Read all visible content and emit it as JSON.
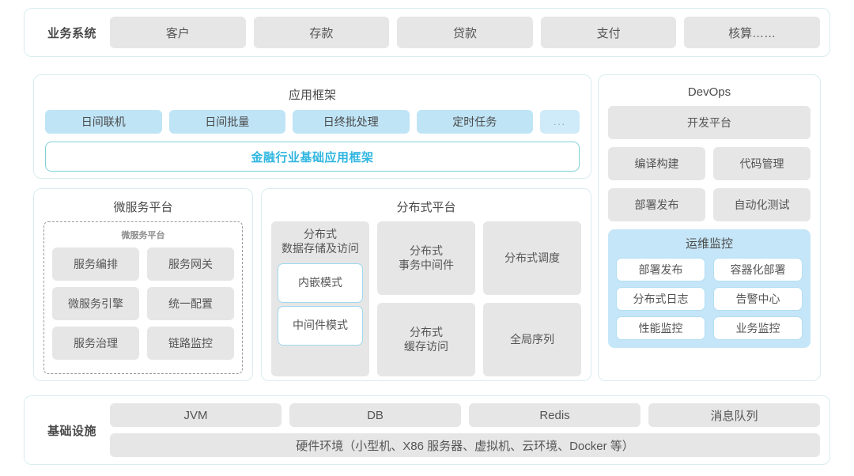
{
  "business": {
    "label": "业务系统",
    "items": [
      "客户",
      "存款",
      "贷款",
      "支付",
      "核算……"
    ]
  },
  "app_framework": {
    "title": "应用框架",
    "tags": [
      "日间联机",
      "日间批量",
      "日终批处理",
      "定时任务"
    ],
    "more": "...",
    "framework_bar": "金融行业基础应用框架"
  },
  "microservice": {
    "title": "微服务平台",
    "inner_title": "微服务平台",
    "items": [
      "服务编排",
      "服务网关",
      "微服务引擎",
      "统一配置",
      "服务治理",
      "链路监控"
    ]
  },
  "distributed": {
    "title": "分布式平台",
    "col1_title": "分布式\n数据存储及访问",
    "col1_title_line1": "分布式",
    "col1_title_line2": "数据存储及访问",
    "col1_sub": [
      "内嵌模式",
      "中间件模式"
    ],
    "cells": [
      {
        "line1": "分布式",
        "line2": "事务中间件"
      },
      {
        "line1": "分布式调度",
        "line2": ""
      },
      {
        "line1": "分布式",
        "line2": "缓存访问"
      },
      {
        "line1": "全局序列",
        "line2": ""
      }
    ]
  },
  "devops": {
    "title": "DevOps",
    "platform": "开发平台",
    "items": [
      "编译构建",
      "代码管理",
      "部署发布",
      "自动化测试"
    ],
    "ops": {
      "title": "运维监控",
      "items": [
        "部署发布",
        "容器化部署",
        "分布式日志",
        "告警中心",
        "性能监控",
        "业务监控"
      ]
    }
  },
  "infrastructure": {
    "label": "基础设施",
    "items": [
      "JVM",
      "DB",
      "Redis",
      "消息队列"
    ],
    "hardware": "硬件环境（小型机、X86 服务器、虚拟机、云环境、Docker 等）"
  },
  "colors": {
    "panel_border": "#d9ecef",
    "gray_tag": "#e6e6e6",
    "blue_tag": "#bfe4f6",
    "accent_teal": "#2fb6e0",
    "ops_bg": "#c5e6f8"
  }
}
